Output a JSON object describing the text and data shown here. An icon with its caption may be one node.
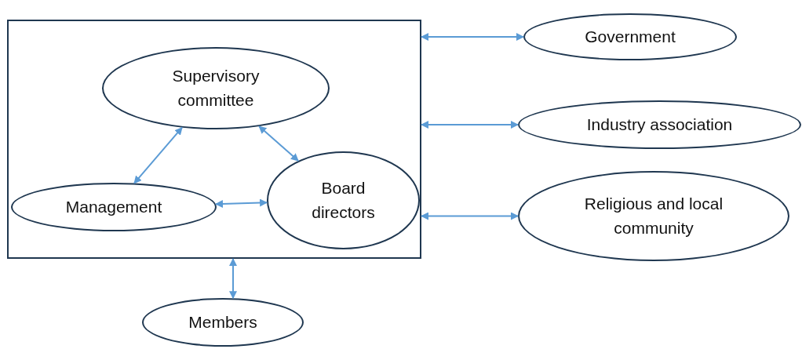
{
  "diagram": {
    "nodes": [
      {
        "text": [],
        "shape": "box"
      },
      {
        "text": [
          "Supervisory committee"
        ],
        "in": 0
      },
      {
        "text": [
          "Management"
        ],
        "in": 0
      },
      {
        "text": [
          "Board directors"
        ],
        "in": 0
      },
      {
        "text": [
          "Government"
        ]
      },
      {
        "text": [
          "Industry association"
        ]
      },
      {
        "text": [
          "Religious and local community"
        ]
      },
      {
        "text": [
          "Members"
        ]
      }
    ],
    "edges": [
      {
        "from": 2,
        "to": 1,
        "arrow": "both"
      },
      {
        "from": 1,
        "to": 3,
        "arrow": "both"
      },
      {
        "from": 2,
        "to": 3,
        "arrow": "both"
      },
      {
        "from": 0,
        "to": 7,
        "arrow": "both"
      },
      {
        "from": 0,
        "to": 4,
        "arrow": "both"
      },
      {
        "from": 0,
        "to": 5,
        "arrow": "both"
      },
      {
        "from": 0,
        "to": 6,
        "arrow": "both"
      }
    ]
  }
}
